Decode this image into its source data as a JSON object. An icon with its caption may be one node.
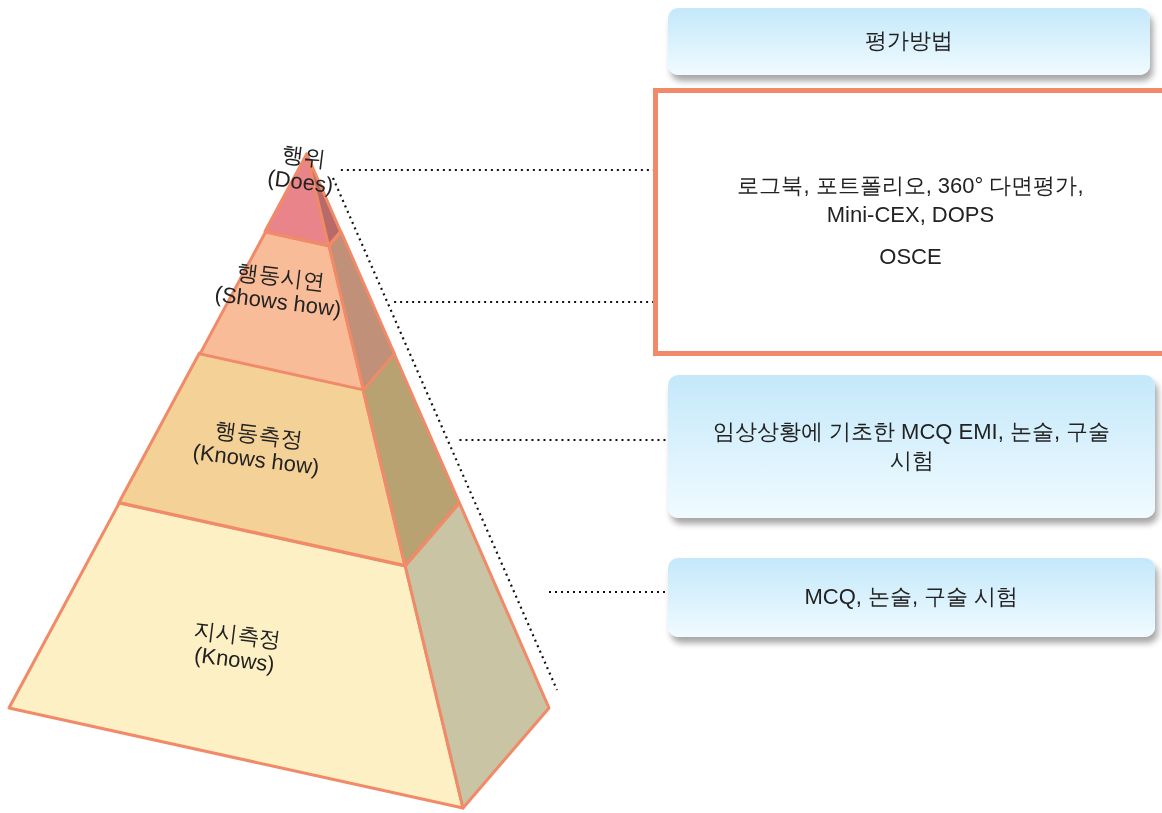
{
  "diagram": {
    "nodes": [
      {
        "text": [
          "행위 (Does)"
        ]
      },
      {
        "text": [
          "행동시연 (Shows how)"
        ]
      },
      {
        "text": [
          "행동측정 (Knows how)"
        ]
      },
      {
        "text": [
          "지시측정 (Knows)"
        ]
      },
      {
        "text": [
          "평가방법"
        ]
      },
      {
        "text": [
          "로그북, 포트폴리오, 360° 다면평가, Mini-CEX, DOPS",
          "OSCE"
        ]
      },
      {
        "text": [
          "임상상황에 기초한 MCQ EMI, 논술, 구술시험"
        ]
      },
      {
        "text": [
          "MCQ, 논술, 구술 시험"
        ]
      }
    ],
    "edges": [
      {
        "from": 0,
        "to": 5,
        "arrow": "none",
        "style": "dashed"
      },
      {
        "from": 1,
        "to": 5,
        "arrow": "none",
        "style": "dashed"
      },
      {
        "from": 2,
        "to": 6,
        "arrow": "none",
        "style": "dashed"
      },
      {
        "from": 3,
        "to": 7,
        "arrow": "none",
        "style": "dashed"
      }
    ]
  }
}
